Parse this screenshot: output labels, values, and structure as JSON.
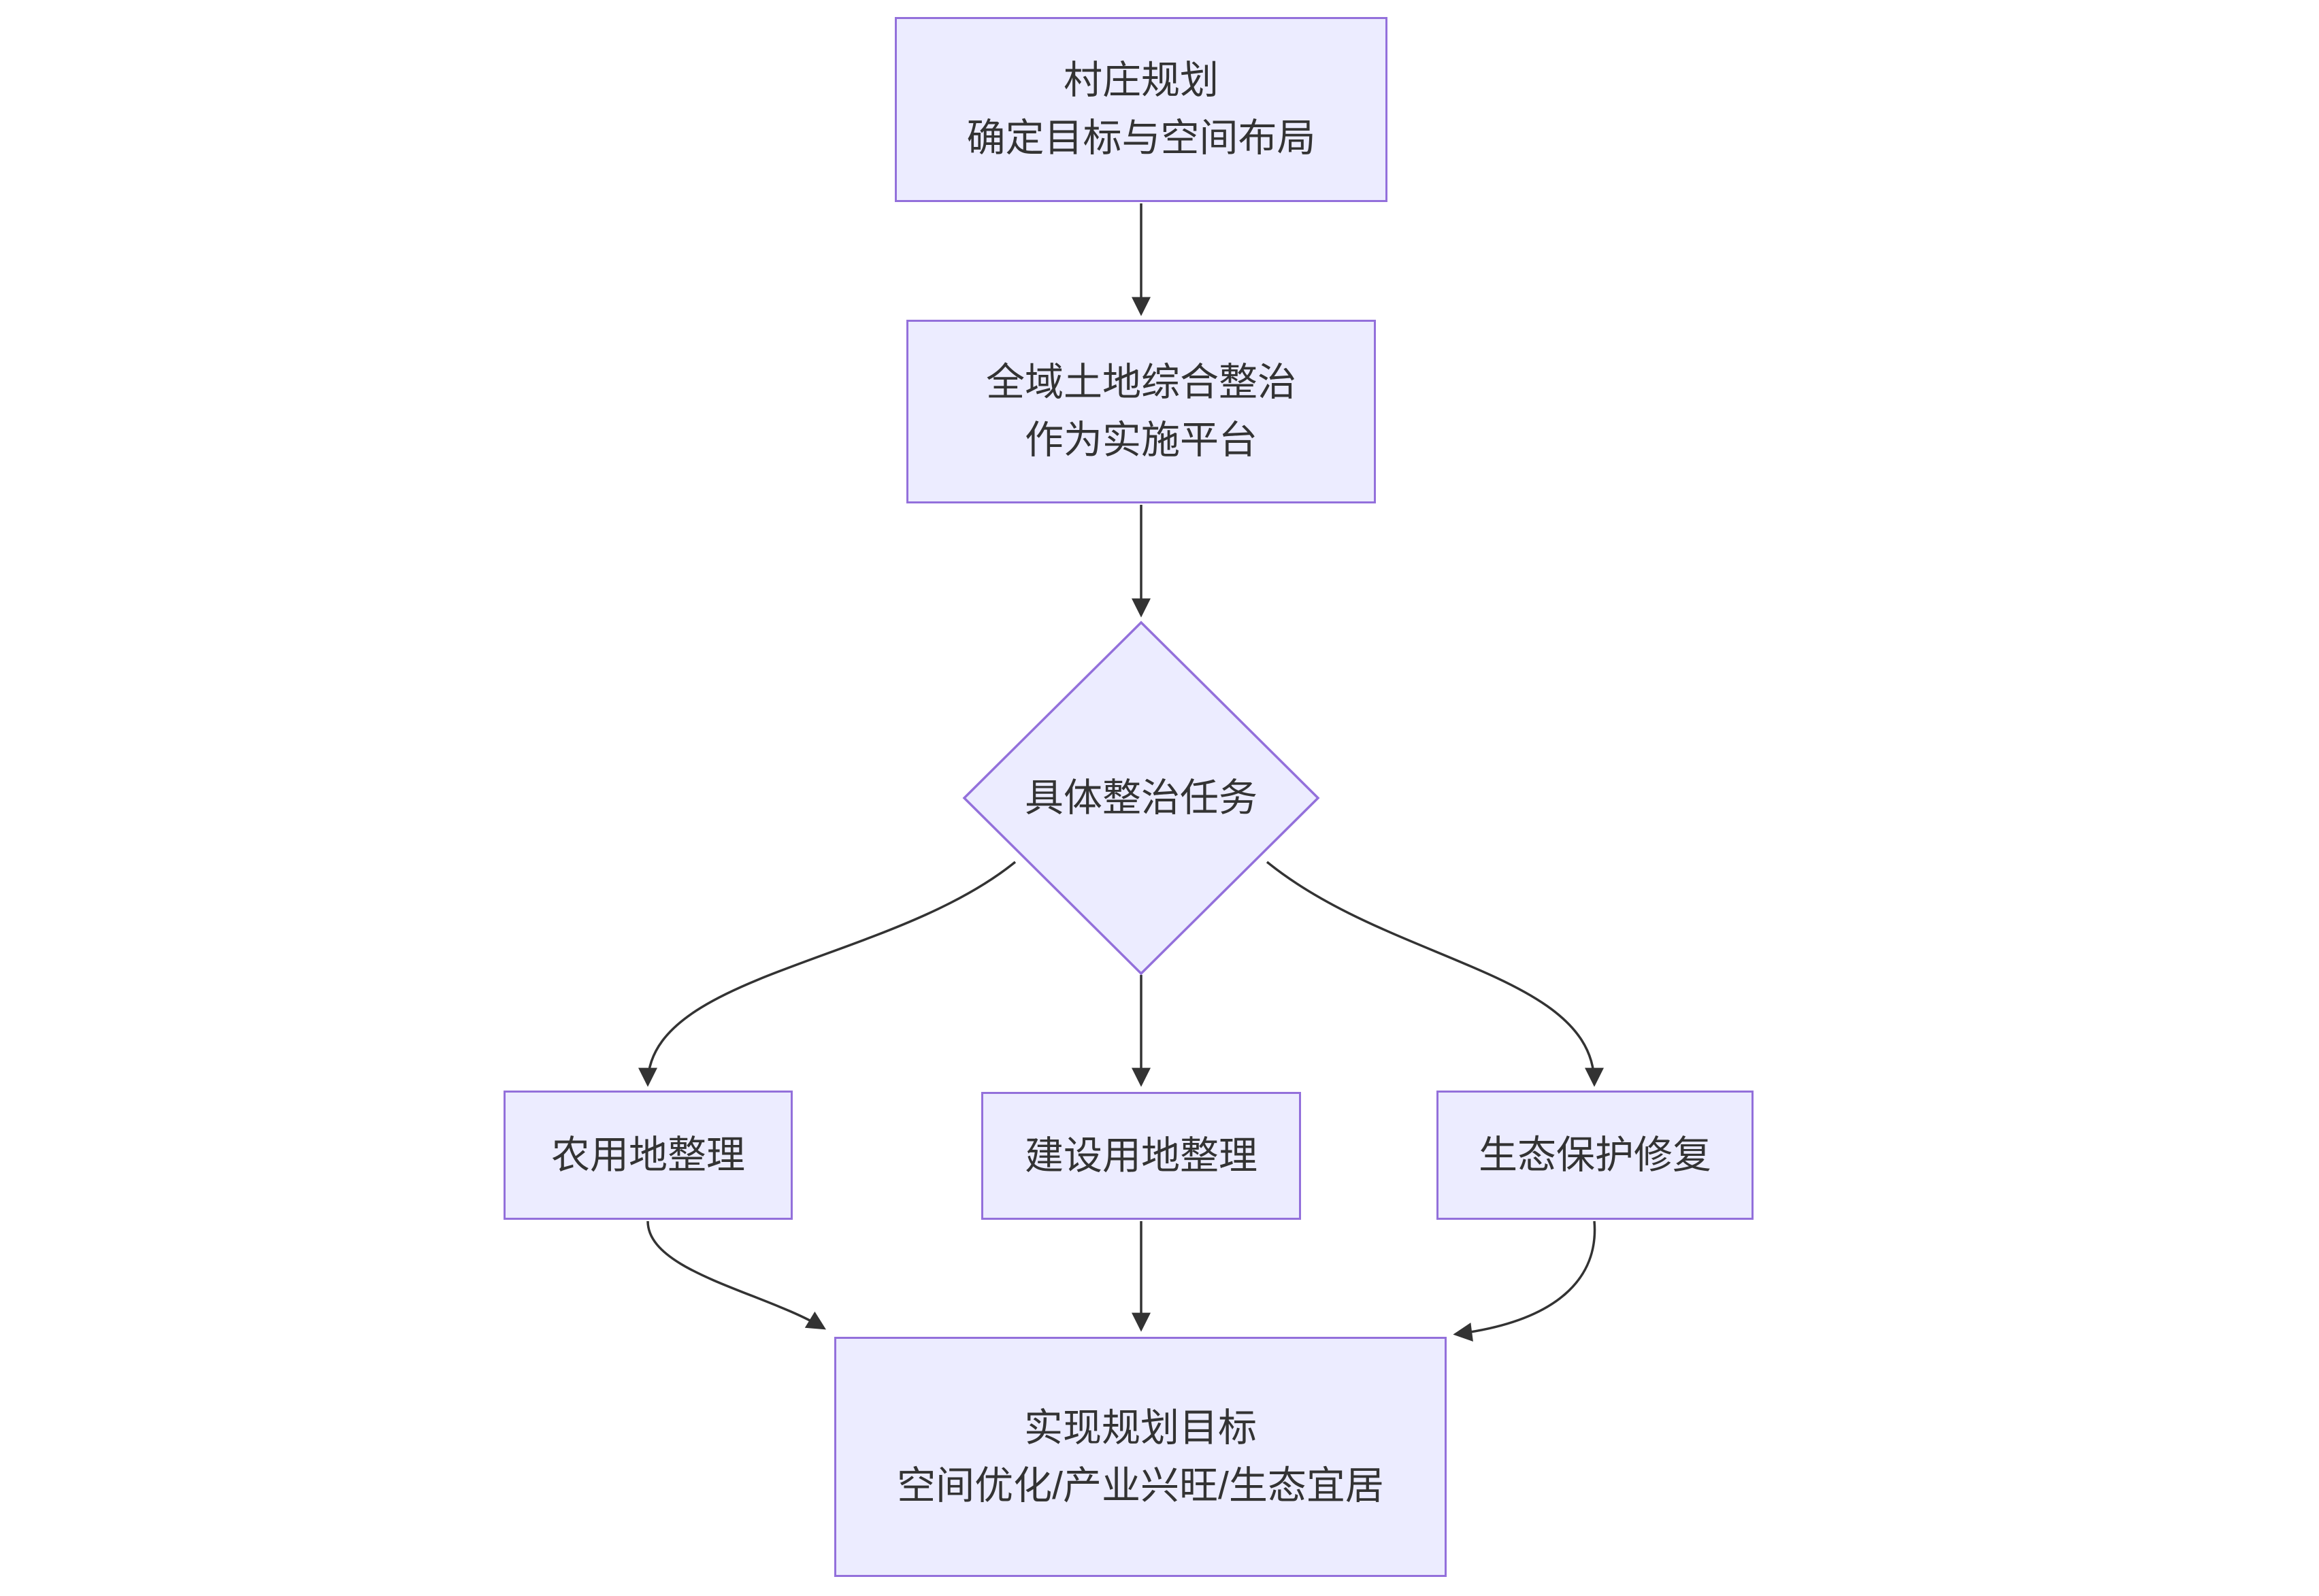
{
  "diagram": {
    "type": "flowchart",
    "direction": "top-down",
    "colors": {
      "background": "#FFFFFF",
      "node_fill": "#ECECFF",
      "node_border": "#9370DB",
      "edge": "#333333",
      "text": "#333333"
    },
    "nodes": {
      "planning": {
        "shape": "rect",
        "lines": [
          "村庄规划",
          "确定目标与空间布局"
        ]
      },
      "platform": {
        "shape": "rect",
        "lines": [
          "全域土地综合整治",
          "作为实施平台"
        ]
      },
      "tasks": {
        "shape": "diamond",
        "label": "具体整治任务"
      },
      "farmland": {
        "shape": "rect",
        "label": "农用地整理"
      },
      "construction": {
        "shape": "rect",
        "label": "建设用地整理"
      },
      "ecology": {
        "shape": "rect",
        "label": "生态保护修复"
      },
      "goal": {
        "shape": "rect",
        "lines": [
          "实现规划目标",
          "空间优化/产业兴旺/生态宜居"
        ]
      }
    },
    "edges": [
      {
        "from": "planning",
        "to": "platform"
      },
      {
        "from": "platform",
        "to": "tasks"
      },
      {
        "from": "tasks",
        "to": "farmland"
      },
      {
        "from": "tasks",
        "to": "construction"
      },
      {
        "from": "tasks",
        "to": "ecology"
      },
      {
        "from": "farmland",
        "to": "goal"
      },
      {
        "from": "construction",
        "to": "goal"
      },
      {
        "from": "ecology",
        "to": "goal"
      }
    ]
  }
}
